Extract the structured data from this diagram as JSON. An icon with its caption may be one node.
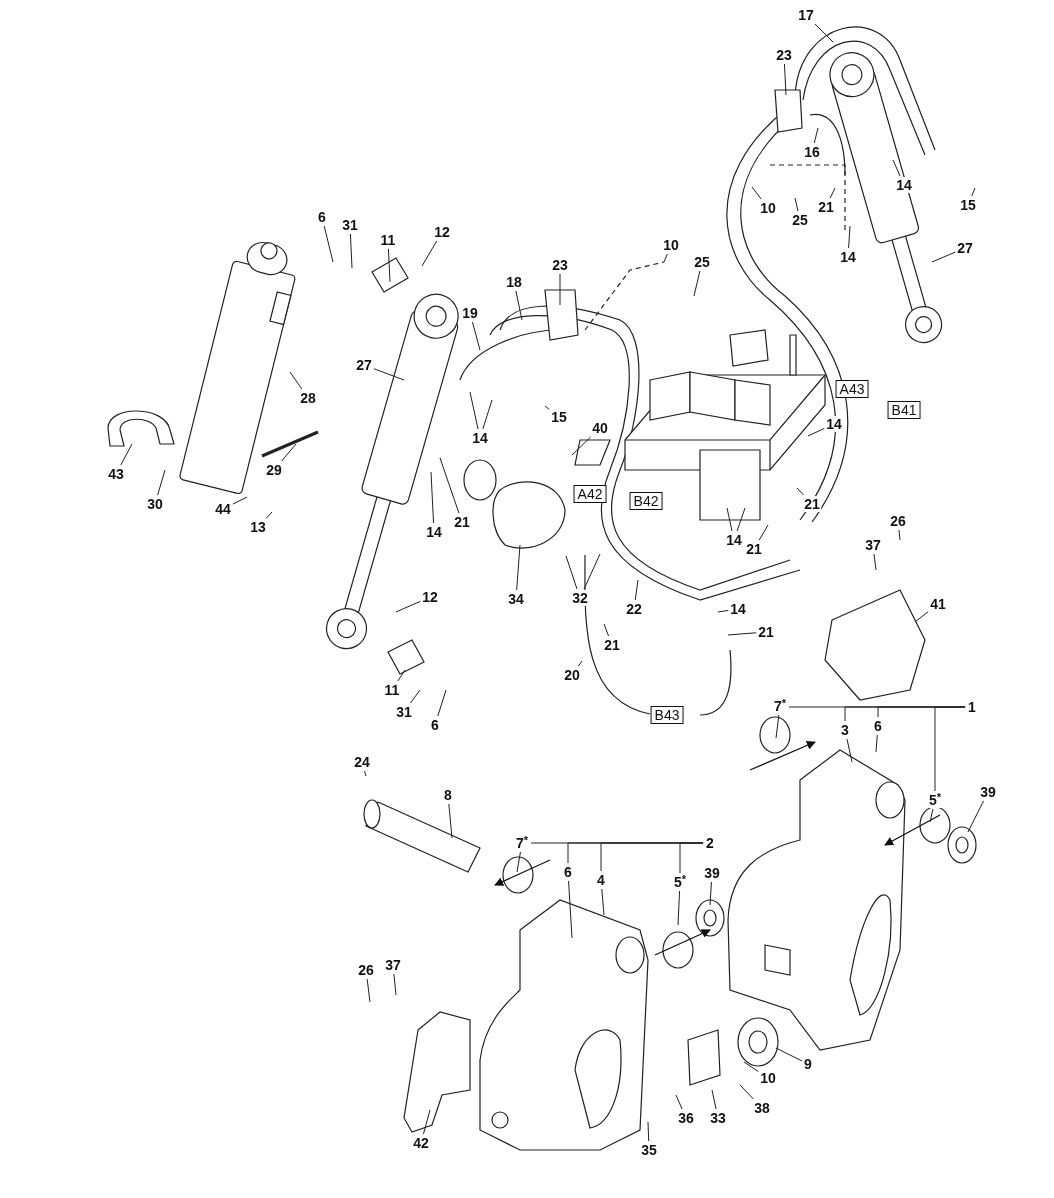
{
  "diagram": {
    "nodes": [
      {
        "text": [
          "17"
        ]
      },
      {
        "text": [
          "23"
        ]
      },
      {
        "text": [
          "16"
        ]
      },
      {
        "text": [
          "14"
        ]
      },
      {
        "text": [
          "15"
        ]
      },
      {
        "text": [
          "10"
        ]
      },
      {
        "text": [
          "25"
        ]
      },
      {
        "text": [
          "21"
        ]
      },
      {
        "text": [
          "6"
        ]
      },
      {
        "text": [
          "31"
        ]
      },
      {
        "text": [
          "11"
        ]
      },
      {
        "text": [
          "12"
        ]
      },
      {
        "text": [
          "10"
        ]
      },
      {
        "text": [
          "27"
        ]
      },
      {
        "text": [
          "14"
        ]
      },
      {
        "text": [
          "25"
        ]
      },
      {
        "text": [
          "23"
        ]
      },
      {
        "text": [
          "18"
        ]
      },
      {
        "text": [
          "19"
        ]
      },
      {
        "text": [
          "27"
        ]
      },
      {
        "text": [
          "A43"
        ]
      },
      {
        "text": [
          "28"
        ]
      },
      {
        "text": [
          "B41"
        ]
      },
      {
        "text": [
          "15"
        ]
      },
      {
        "text": [
          "14"
        ]
      },
      {
        "text": [
          "40"
        ]
      },
      {
        "text": [
          "14"
        ]
      },
      {
        "text": [
          "29"
        ]
      },
      {
        "text": [
          "43"
        ]
      },
      {
        "text": [
          "A42"
        ]
      },
      {
        "text": [
          "B42"
        ]
      },
      {
        "text": [
          "30"
        ]
      },
      {
        "text": [
          "21"
        ]
      },
      {
        "text": [
          "44"
        ]
      },
      {
        "text": [
          "21"
        ]
      },
      {
        "text": [
          "26"
        ]
      },
      {
        "text": [
          "13"
        ]
      },
      {
        "text": [
          "14"
        ]
      },
      {
        "text": [
          "14"
        ]
      },
      {
        "text": [
          "37"
        ]
      },
      {
        "text": [
          "21"
        ]
      },
      {
        "text": [
          "12"
        ]
      },
      {
        "text": [
          "34"
        ]
      },
      {
        "text": [
          "32"
        ]
      },
      {
        "text": [
          "41"
        ]
      },
      {
        "text": [
          "14"
        ]
      },
      {
        "text": [
          "22"
        ]
      },
      {
        "text": [
          "21"
        ]
      },
      {
        "text": [
          "21"
        ]
      },
      {
        "text": [
          "20"
        ]
      },
      {
        "text": [
          "11"
        ]
      },
      {
        "text": [
          "7$^{*}$"
        ]
      },
      {
        "text": [
          "1"
        ]
      },
      {
        "text": [
          "B43"
        ]
      },
      {
        "text": [
          "31"
        ]
      },
      {
        "text": [
          "6"
        ]
      },
      {
        "text": [
          "3"
        ]
      },
      {
        "text": [
          "6"
        ]
      },
      {
        "text": [
          "24"
        ]
      },
      {
        "text": [
          "8"
        ]
      },
      {
        "text": [
          "39"
        ]
      },
      {
        "text": [
          "5$^{*}$"
        ]
      },
      {
        "text": [
          "7$^{*}$"
        ]
      },
      {
        "text": [
          "2"
        ]
      },
      {
        "text": [
          "6"
        ]
      },
      {
        "text": [
          "4"
        ]
      },
      {
        "text": [
          "39"
        ]
      },
      {
        "text": [
          "5$^{*}$"
        ]
      },
      {
        "text": [
          "26"
        ]
      },
      {
        "text": [
          "37"
        ]
      },
      {
        "text": [
          "9"
        ]
      },
      {
        "text": [
          "10"
        ]
      },
      {
        "text": [
          "38"
        ]
      },
      {
        "text": [
          "33"
        ]
      },
      {
        "text": [
          "36"
        ]
      },
      {
        "text": [
          "35"
        ]
      },
      {
        "text": [
          "42"
        ]
      }
    ],
    "edges": [
      {
        "from": 0,
        "to": null,
        "arrow": "none"
      },
      {
        "from": 1,
        "to": null,
        "arrow": "none"
      },
      {
        "from": 2,
        "to": null,
        "arrow": "none"
      },
      {
        "from": 3,
        "to": null,
        "arrow": "none"
      },
      {
        "from": 4,
        "to": null,
        "arrow": "none"
      },
      {
        "from": 5,
        "to": null,
        "arrow": "none"
      },
      {
        "from": 6,
        "to": null,
        "arrow": "none"
      },
      {
        "from": 7,
        "to": null,
        "arrow": "none"
      },
      {
        "from": 8,
        "to": null,
        "arrow": "none"
      },
      {
        "from": 9,
        "to": null,
        "arrow": "none"
      },
      {
        "from": 10,
        "to": null,
        "arrow": "none"
      },
      {
        "from": 11,
        "to": null,
        "arrow": "none"
      },
      {
        "from": 12,
        "to": null,
        "arrow": "none"
      },
      {
        "from": 13,
        "to": null,
        "arrow": "none"
      },
      {
        "from": 14,
        "to": null,
        "arrow": "none"
      },
      {
        "from": 15,
        "to": null,
        "arrow": "none"
      },
      {
        "from": 16,
        "to": null,
        "arrow": "none"
      },
      {
        "from": 17,
        "to": null,
        "arrow": "none"
      },
      {
        "from": 18,
        "to": null,
        "arrow": "none"
      },
      {
        "from": 19,
        "to": null,
        "arrow": "none"
      },
      {
        "from": 21,
        "to": null,
        "arrow": "none"
      },
      {
        "from": 23,
        "to": null,
        "arrow": "none"
      },
      {
        "from": 24,
        "to": null,
        "arrow": "none"
      },
      {
        "from": 25,
        "to": null,
        "arrow": "none"
      },
      {
        "from": 26,
        "to": null,
        "arrow": "none"
      },
      {
        "from": 26,
        "to": null,
        "arrow": "none"
      },
      {
        "from": 27,
        "to": null,
        "arrow": "none"
      },
      {
        "from": 28,
        "to": null,
        "arrow": "none"
      },
      {
        "from": 31,
        "to": null,
        "arrow": "none"
      },
      {
        "from": 32,
        "to": null,
        "arrow": "none"
      },
      {
        "from": 33,
        "to": null,
        "arrow": "none"
      },
      {
        "from": 34,
        "to": null,
        "arrow": "none"
      },
      {
        "from": 35,
        "to": null,
        "arrow": "none"
      },
      {
        "from": 36,
        "to": null,
        "arrow": "none"
      },
      {
        "from": 37,
        "to": null,
        "arrow": "none"
      },
      {
        "from": 38,
        "to": null,
        "arrow": "none"
      },
      {
        "from": 38,
        "to": null,
        "arrow": "none"
      },
      {
        "from": 39,
        "to": null,
        "arrow": "none"
      },
      {
        "from": 40,
        "to": null,
        "arrow": "none"
      },
      {
        "from": 41,
        "to": null,
        "arrow": "none"
      },
      {
        "from": 42,
        "to": null,
        "arrow": "none"
      },
      {
        "from": 43,
        "to": null,
        "arrow": "none"
      },
      {
        "from": 43,
        "to": null,
        "arrow": "none"
      },
      {
        "from": 44,
        "to": null,
        "arrow": "none"
      },
      {
        "from": 45,
        "to": null,
        "arrow": "none"
      },
      {
        "from": 46,
        "to": null,
        "arrow": "none"
      },
      {
        "from": 47,
        "to": null,
        "arrow": "none"
      },
      {
        "from": 48,
        "to": null,
        "arrow": "none"
      },
      {
        "from": 49,
        "to": null,
        "arrow": "none"
      },
      {
        "from": 50,
        "to": null,
        "arrow": "none"
      },
      {
        "from": 54,
        "to": null,
        "arrow": "none"
      },
      {
        "from": 55,
        "to": null,
        "arrow": "none"
      },
      {
        "from": 52,
        "to": 51,
        "arrow": "none"
      },
      {
        "from": 52,
        "to": 56,
        "arrow": "none"
      },
      {
        "from": 52,
        "to": 57,
        "arrow": "none"
      },
      {
        "from": 52,
        "to": 61,
        "arrow": "none"
      },
      {
        "from": 51,
        "to": null,
        "arrow": "none"
      },
      {
        "from": 56,
        "to": null,
        "arrow": "none"
      },
      {
        "from": 57,
        "to": null,
        "arrow": "none"
      },
      {
        "from": 58,
        "to": null,
        "arrow": "none"
      },
      {
        "from": 59,
        "to": null,
        "arrow": "none"
      },
      {
        "from": 60,
        "to": null,
        "arrow": "none"
      },
      {
        "from": 61,
        "to": null,
        "arrow": "none"
      },
      {
        "from": 63,
        "to": 62,
        "arrow": "none"
      },
      {
        "from": 63,
        "to": 64,
        "arrow": "none"
      },
      {
        "from": 63,
        "to": 65,
        "arrow": "none"
      },
      {
        "from": 63,
        "to": 67,
        "arrow": "none"
      },
      {
        "from": 62,
        "to": null,
        "arrow": "none"
      },
      {
        "from": 64,
        "to": null,
        "arrow": "none"
      },
      {
        "from": 65,
        "to": null,
        "arrow": "none"
      },
      {
        "from": 66,
        "to": null,
        "arrow": "none"
      },
      {
        "from": 67,
        "to": null,
        "arrow": "none"
      },
      {
        "from": 68,
        "to": null,
        "arrow": "none"
      },
      {
        "from": 69,
        "to": null,
        "arrow": "none"
      },
      {
        "from": 70,
        "to": null,
        "arrow": "none"
      },
      {
        "from": 71,
        "to": null,
        "arrow": "none"
      },
      {
        "from": 72,
        "to": null,
        "arrow": "none"
      },
      {
        "from": 73,
        "to": null,
        "arrow": "none"
      },
      {
        "from": 74,
        "to": null,
        "arrow": "none"
      },
      {
        "from": 75,
        "to": null,
        "arrow": "none"
      },
      {
        "from": 76,
        "to": null,
        "arrow": "none"
      }
    ]
  }
}
